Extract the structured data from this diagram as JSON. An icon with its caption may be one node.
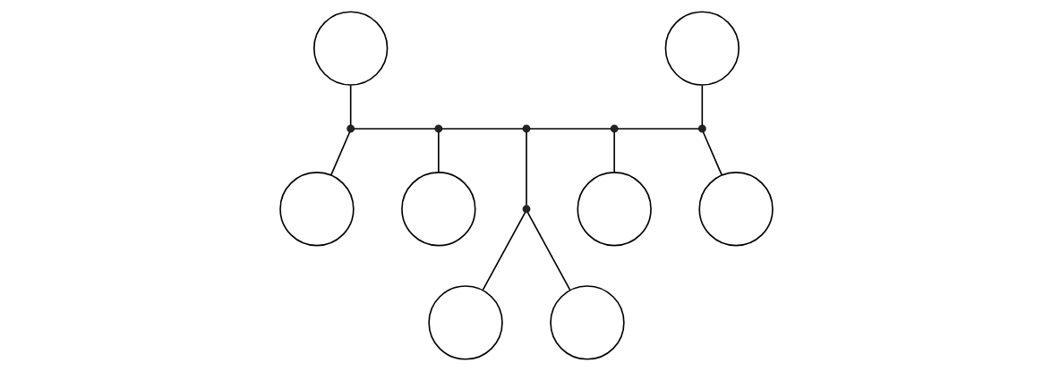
{
  "diagram": {
    "nodes": [
      {
        "text": [],
        "shape": "circle"
      },
      {
        "text": [],
        "shape": "circle"
      },
      {
        "text": [],
        "shape": "dot"
      },
      {
        "text": [],
        "shape": "dot"
      },
      {
        "text": [],
        "shape": "circle"
      },
      {
        "text": [],
        "shape": "dot"
      },
      {
        "text": [],
        "shape": "dot"
      },
      {
        "text": [],
        "shape": "circle"
      },
      {
        "text": [],
        "shape": "circle"
      },
      {
        "text": [],
        "shape": "dot"
      },
      {
        "text": [],
        "shape": "circle"
      },
      {
        "text": [],
        "shape": "dot"
      },
      {
        "text": [],
        "shape": "circle"
      },
      {
        "text": [],
        "shape": "circle"
      }
    ],
    "edges": [
      {
        "from": 0,
        "to": 2,
        "arrow": "none"
      },
      {
        "from": 1,
        "to": 2,
        "arrow": "none"
      },
      {
        "from": 2,
        "to": 3,
        "arrow": "none"
      },
      {
        "from": 3,
        "to": 4,
        "arrow": "none"
      },
      {
        "from": 3,
        "to": 5,
        "arrow": "none"
      },
      {
        "from": 5,
        "to": 6,
        "arrow": "none"
      },
      {
        "from": 6,
        "to": 7,
        "arrow": "none"
      },
      {
        "from": 6,
        "to": 8,
        "arrow": "none"
      },
      {
        "from": 5,
        "to": 9,
        "arrow": "none"
      },
      {
        "from": 9,
        "to": 10,
        "arrow": "none"
      },
      {
        "from": 9,
        "to": 11,
        "arrow": "none"
      },
      {
        "from": 11,
        "to": 12,
        "arrow": "none"
      },
      {
        "from": 11,
        "to": 13,
        "arrow": "none"
      }
    ]
  }
}
